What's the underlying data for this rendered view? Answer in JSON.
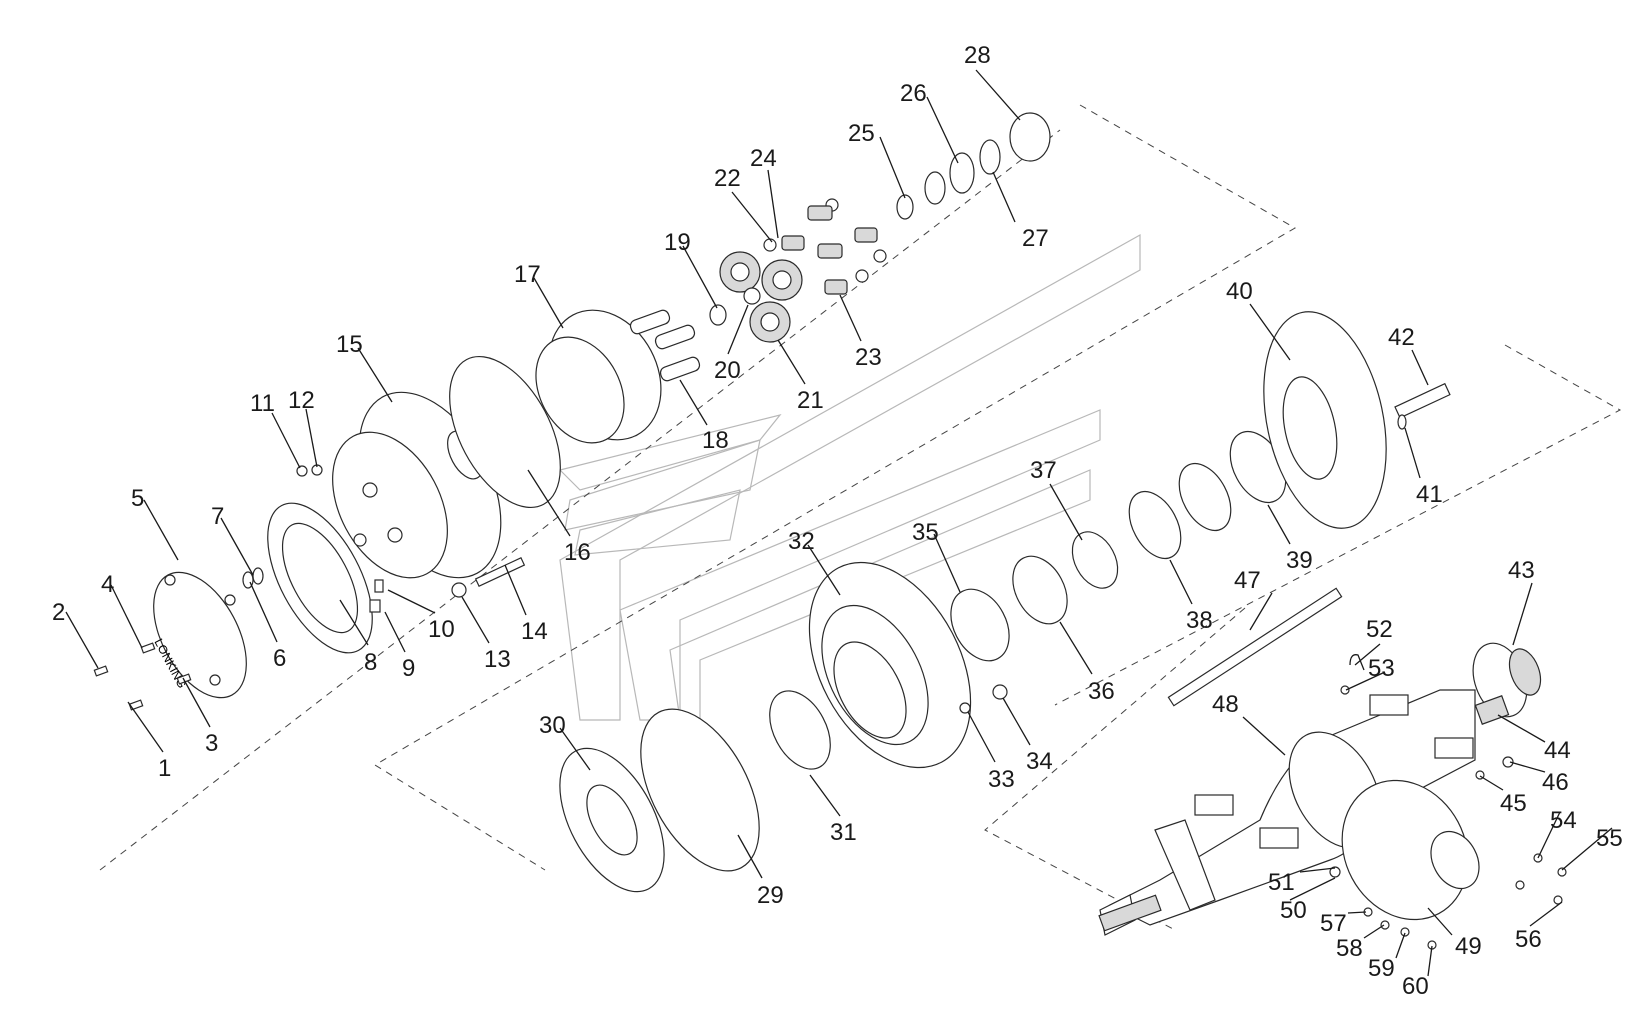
{
  "figure_type": "exploded parts diagram",
  "housing_lettering": "LONKING",
  "callouts": [
    "1",
    "2",
    "3",
    "4",
    "5",
    "6",
    "7",
    "8",
    "9",
    "10",
    "11",
    "12",
    "13",
    "14",
    "15",
    "16",
    "17",
    "18",
    "19",
    "20",
    "21",
    "22",
    "23",
    "24",
    "25",
    "26",
    "27",
    "28",
    "29",
    "30",
    "31",
    "32",
    "33",
    "34",
    "35",
    "36",
    "37",
    "38",
    "39",
    "40",
    "41",
    "42",
    "43",
    "44",
    "45",
    "46",
    "47",
    "48",
    "49",
    "50",
    "51",
    "52",
    "53",
    "54",
    "55",
    "56",
    "57",
    "58",
    "59",
    "60"
  ]
}
